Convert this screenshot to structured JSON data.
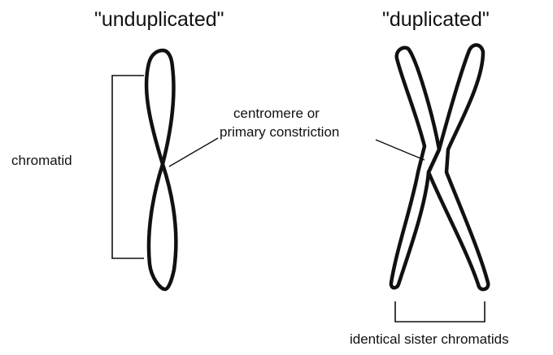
{
  "titles": {
    "unduplicated": "\"unduplicated\"",
    "duplicated": "\"duplicated\""
  },
  "labels": {
    "chromatid": "chromatid",
    "centromere_line1": "centromere or",
    "centromere_line2": "primary constriction",
    "sister_chromatids": "identical sister chromatids"
  }
}
